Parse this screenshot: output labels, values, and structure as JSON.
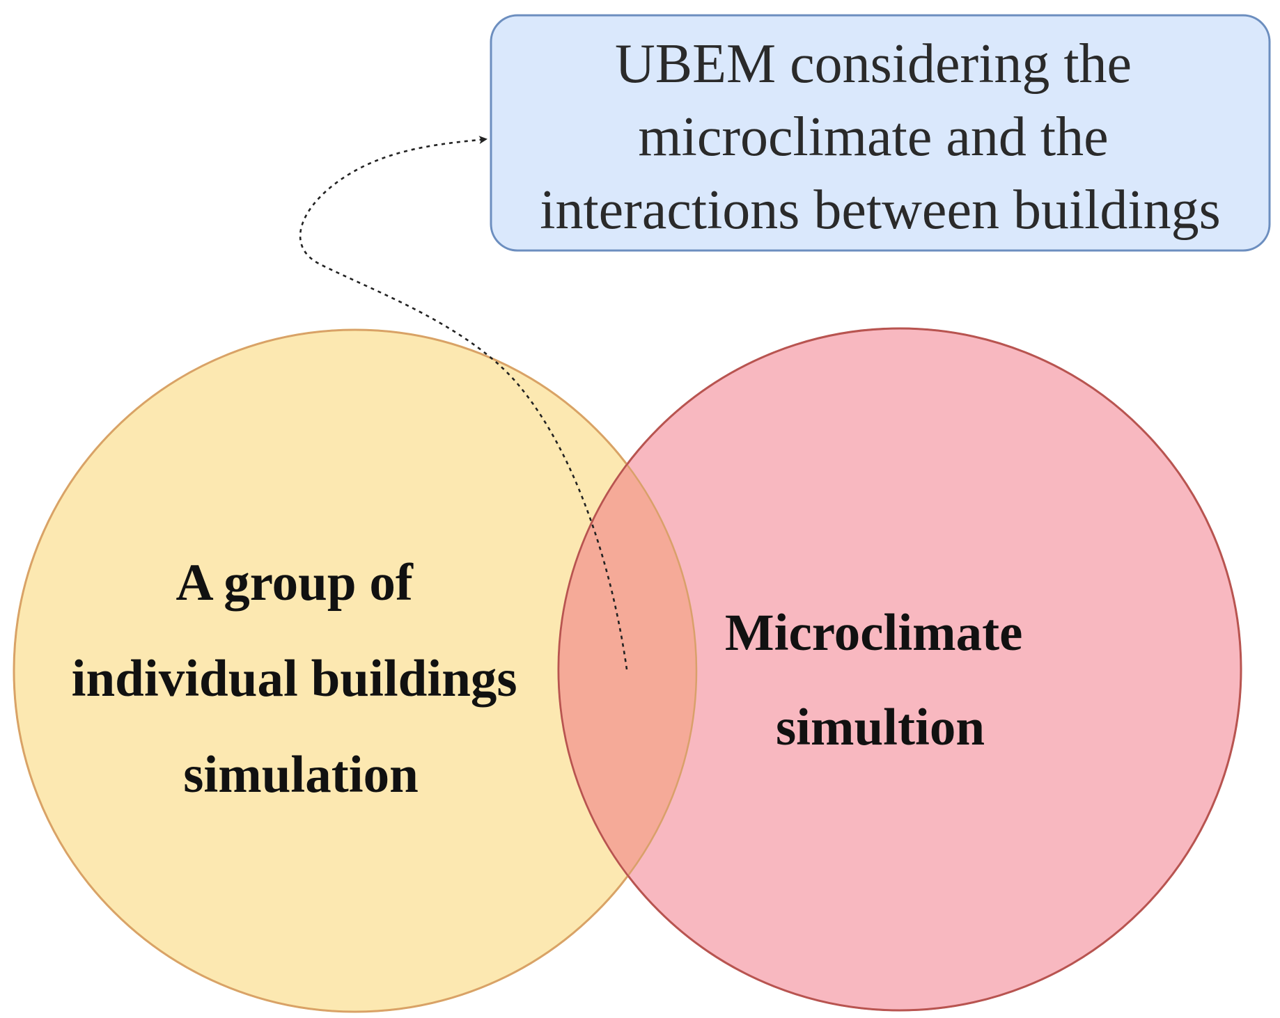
{
  "colors": {
    "background": "#ffffff",
    "box_fill": "#dae8fc",
    "box_stroke": "#6c8ebf",
    "left_circle_fill": "#fce8b1",
    "left_circle_stroke": "#d9b44a",
    "right_circle_fill": "#f8b8c0",
    "right_circle_stroke": "#b85450",
    "overlap_fill": "#f5aa98",
    "connector": "#222222"
  },
  "ubem_box": {
    "lines": [
      "UBEM considering the",
      "microclimate and the",
      "interactions between buildings"
    ]
  },
  "left_set": {
    "lines": [
      "A group of",
      "individual buildings",
      "simulation"
    ]
  },
  "right_set": {
    "lines": [
      "Microclimate",
      "simultion"
    ]
  },
  "connector": {
    "style": "dotted",
    "from": "left_set ∩ right_set",
    "to": "ubem_box",
    "arrowhead": "end"
  }
}
